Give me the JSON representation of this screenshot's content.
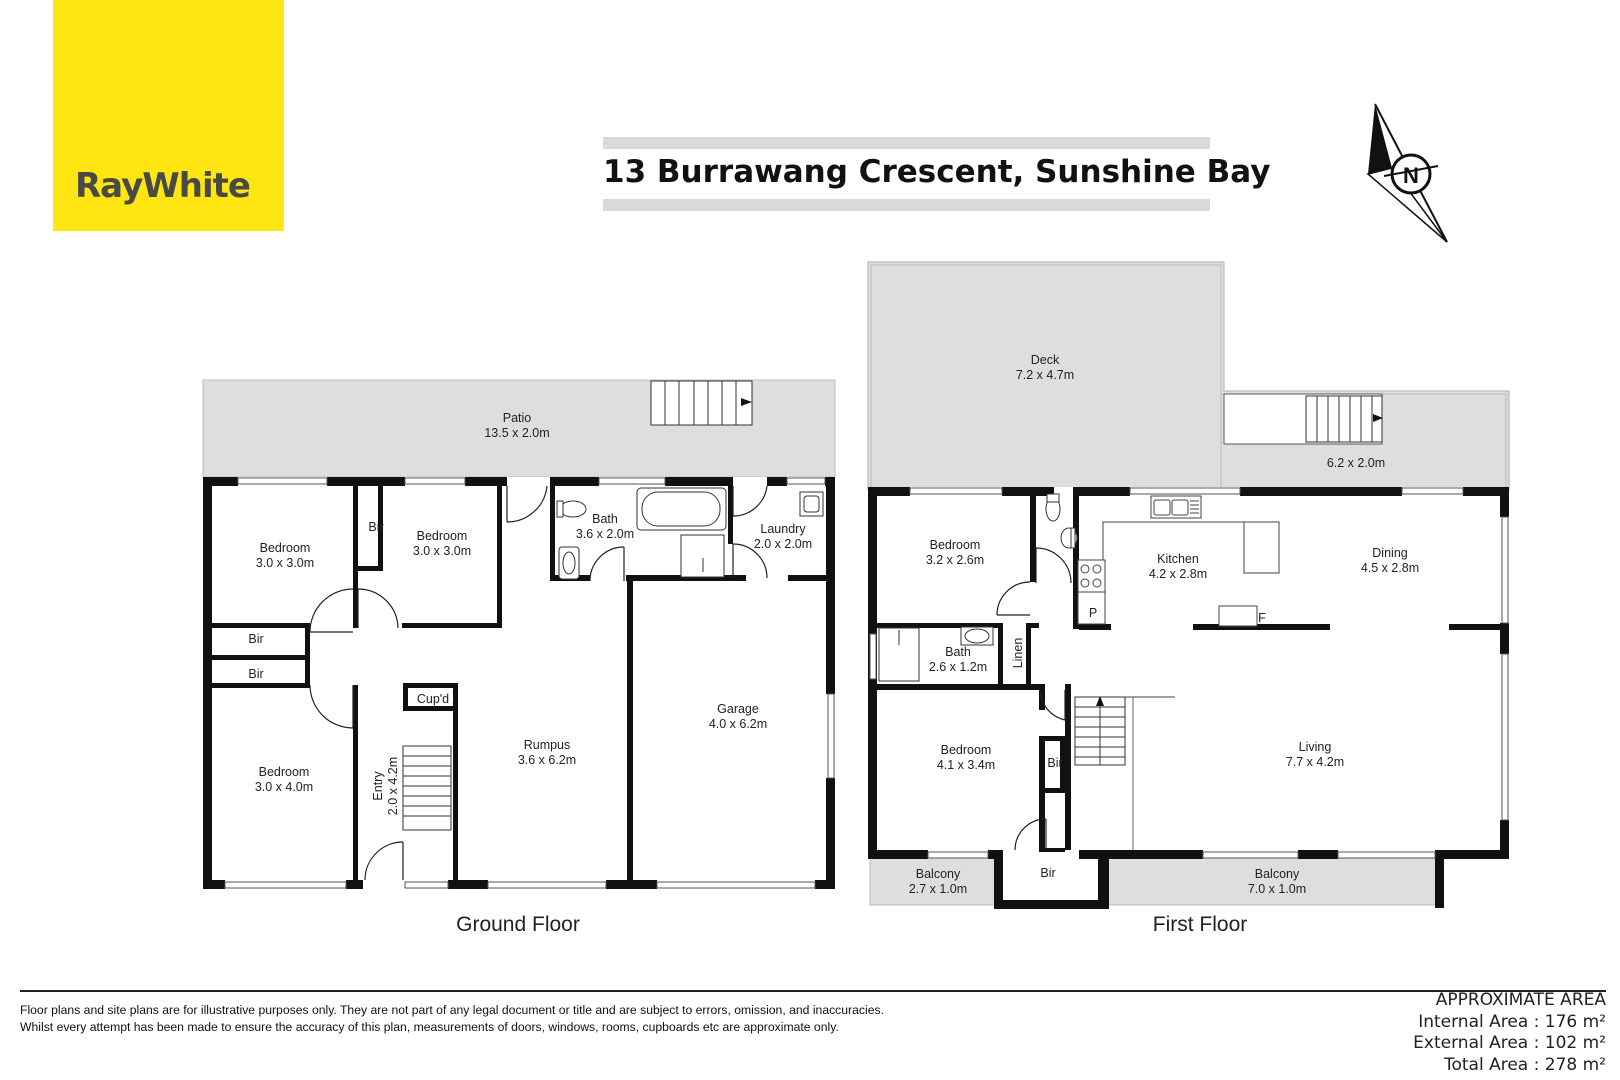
{
  "brand": {
    "name": "RayWhite",
    "color": "#ffe512"
  },
  "title": "13 Burrawang Crescent, Sunshine Bay",
  "compass": {
    "icon": "north-arrow-icon",
    "label": "N"
  },
  "floors": {
    "ground": {
      "label": "Ground Floor",
      "rooms": {
        "patio": {
          "name": "Patio",
          "size": "13.5 x 2.0m"
        },
        "bedroom1": {
          "name": "Bedroom",
          "size": "3.0 x 3.0m"
        },
        "bedroom2": {
          "name": "Bedroom",
          "size": "3.0 x 3.0m"
        },
        "bedroom3": {
          "name": "Bedroom",
          "size": "3.0 x 4.0m"
        },
        "bath": {
          "name": "Bath",
          "size": "3.6 x 2.0m"
        },
        "laundry": {
          "name": "Laundry",
          "size": "2.0 x 2.0m"
        },
        "rumpus": {
          "name": "Rumpus",
          "size": "3.6 x 6.2m"
        },
        "garage": {
          "name": "Garage",
          "size": "4.0 x 6.2m"
        },
        "entry": {
          "name": "Entry",
          "size": "2.0 x 4.2m"
        },
        "bir1": "Bir",
        "bir2": "Bir",
        "bir3": "Bir",
        "cupd": "Cup'd"
      }
    },
    "first": {
      "label": "First Floor",
      "rooms": {
        "deck": {
          "name": "Deck",
          "size": "7.2 x 4.7m"
        },
        "deck2": {
          "size": "6.2 x 2.0m"
        },
        "bedroom1": {
          "name": "Bedroom",
          "size": "3.2 x 2.6m"
        },
        "kitchen": {
          "name": "Kitchen",
          "size": "4.2 x 2.8m"
        },
        "dining": {
          "name": "Dining",
          "size": "4.5 x 2.8m"
        },
        "bath": {
          "name": "Bath",
          "size": "2.6 x 1.2m"
        },
        "linen": "Linen",
        "bedroom2": {
          "name": "Bedroom",
          "size": "4.1 x 3.4m"
        },
        "living": {
          "name": "Living",
          "size": "7.7 x 4.2m"
        },
        "balcony1": {
          "name": "Balcony",
          "size": "2.7 x 1.0m"
        },
        "balcony2": {
          "name": "Balcony",
          "size": "7.0 x 1.0m"
        },
        "bir1": "Bir",
        "bir2": "Bir",
        "pantry": "P",
        "fridge": "F"
      }
    }
  },
  "disclaimer": {
    "line1": "Floor plans and site plans are for illustrative purposes only. They are not part of any legal document or title and are subject to errors, omission, and inaccuracies.",
    "line2": "Whilst every attempt has been made to ensure the accuracy of this plan, measurements of doors, windows, rooms, cupboards etc are approximate only."
  },
  "area": {
    "heading": "APPROXIMATE AREA",
    "internal": "Internal Area : 176 m²",
    "external": "External  Area : 102 m²",
    "total": "Total  Area : 278 m²"
  }
}
